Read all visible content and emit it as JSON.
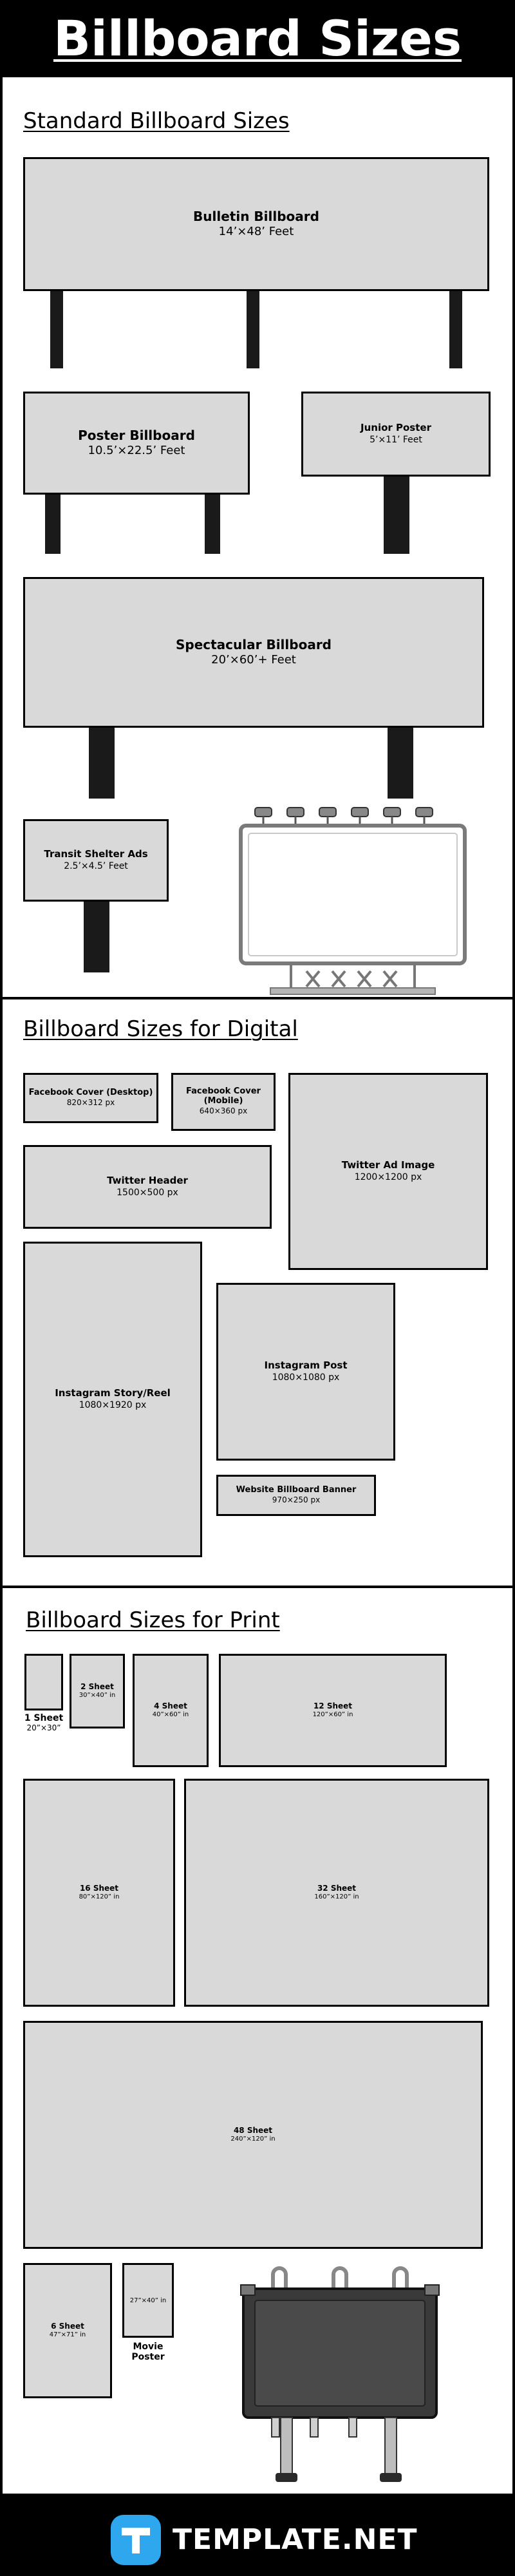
{
  "title": "Billboard Sizes",
  "sections": {
    "standard": {
      "title": "Standard Billboard Sizes",
      "items": [
        {
          "name": "Bulletin Billboard",
          "size": "14’×48’ Feet"
        },
        {
          "name": "Poster Billboard",
          "size": "10.5’×22.5’ Feet"
        },
        {
          "name": "Junior Poster",
          "size": "5’×11’ Feet"
        },
        {
          "name": "Spectacular Billboard",
          "size": "20’×60’+ Feet"
        },
        {
          "name": "Transit Shelter Ads",
          "size": "2.5’×4.5’ Feet"
        }
      ]
    },
    "digital": {
      "title": "Billboard Sizes for Digital",
      "items": [
        {
          "name": "Facebook Cover (Desktop)",
          "size": "820×312 px"
        },
        {
          "name": "Facebook Cover (Mobile)",
          "size": "640×360 px"
        },
        {
          "name": "Twitter Ad Image",
          "size": "1200×1200 px"
        },
        {
          "name": "Twitter Header",
          "size": "1500×500 px"
        },
        {
          "name": "Instagram Story/Reel",
          "size": "1080×1920 px"
        },
        {
          "name": "Instagram Post",
          "size": "1080×1080 px"
        },
        {
          "name": "Website Billboard Banner",
          "size": "970×250 px"
        }
      ]
    },
    "print": {
      "title": "Billboard Sizes for Print",
      "items": [
        {
          "name": "1 Sheet",
          "size": "20”×30”"
        },
        {
          "name": "2 Sheet",
          "size": "30”×40” in"
        },
        {
          "name": "4 Sheet",
          "size": "40”×60” in"
        },
        {
          "name": "12 Sheet",
          "size": "120”×60” in"
        },
        {
          "name": "16 Sheet",
          "size": "80”×120” in"
        },
        {
          "name": "32 Sheet",
          "size": "160”×120” in"
        },
        {
          "name": "48 Sheet",
          "size": "240”×120” in"
        },
        {
          "name": "6 Sheet",
          "size": "47”×71” in"
        },
        {
          "name": "Movie Poster",
          "size": "27”×40” in"
        }
      ]
    }
  },
  "footer": {
    "brand": "TEMPLATE.NET"
  },
  "colors": {
    "background": "#ffffff",
    "box_fill": "#d9d9d9",
    "border": "#000000",
    "logo_accent": "#2fa7ef"
  }
}
